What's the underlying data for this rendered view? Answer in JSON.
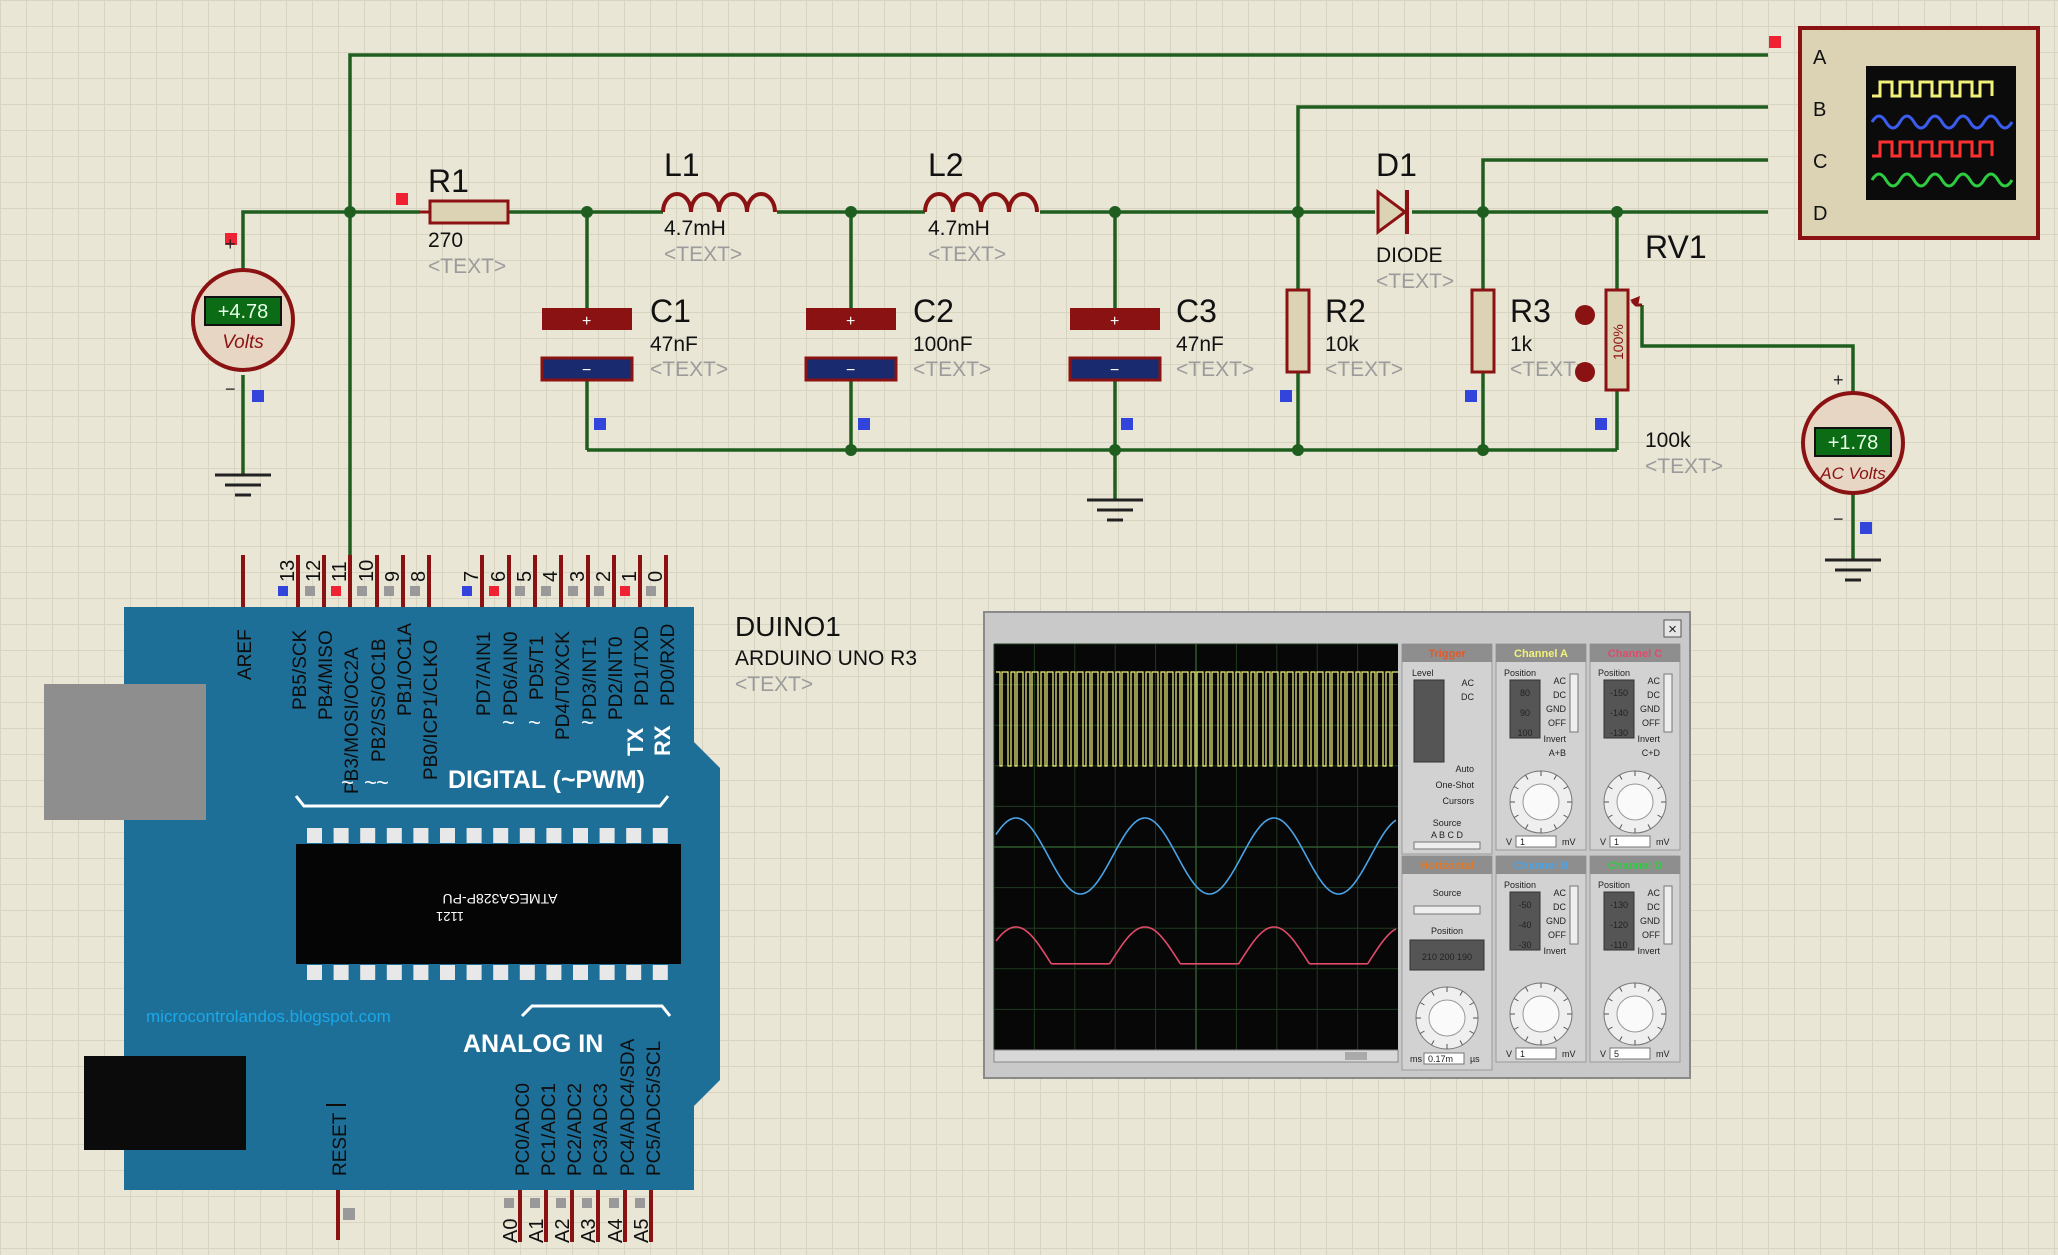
{
  "colors": {
    "wire": "#1f5e1f",
    "component": "#8b1212",
    "arduino_blue": "#1e6f98",
    "channel_a": "#f2f27a",
    "channel_b": "#4aa3e6",
    "channel_c": "#e24a6a",
    "channel_d": "#2ecc40",
    "voltmeter_display": "#0c6b15"
  },
  "components": {
    "r1": {
      "ref": "R1",
      "value": "270",
      "text": "<TEXT>"
    },
    "l1": {
      "ref": "L1",
      "value": "4.7mH",
      "text": "<TEXT>"
    },
    "l2": {
      "ref": "L2",
      "value": "4.7mH",
      "text": "<TEXT>"
    },
    "c1": {
      "ref": "C1",
      "value": "47nF",
      "text": "<TEXT>"
    },
    "c2": {
      "ref": "C2",
      "value": "100nF",
      "text": "<TEXT>"
    },
    "c3": {
      "ref": "C3",
      "value": "47nF",
      "text": "<TEXT>"
    },
    "d1": {
      "ref": "D1",
      "value": "DIODE",
      "text": "<TEXT>"
    },
    "r2": {
      "ref": "R2",
      "value": "10k",
      "text": "<TEXT>"
    },
    "r3": {
      "ref": "R3",
      "value": "1k",
      "text": "<TEXT>"
    },
    "rv1": {
      "ref": "RV1",
      "value": "100k",
      "text": "<TEXT>",
      "wiper": "100%"
    }
  },
  "voltmeters": {
    "dc": {
      "reading": "+4.78",
      "label": "Volts",
      "plus": "+",
      "minus": "−"
    },
    "ac": {
      "reading": "+1.78",
      "label": "AC Volts",
      "plus": "+",
      "minus": "−"
    }
  },
  "scope_symbol": {
    "channels": [
      "A",
      "B",
      "C",
      "D"
    ]
  },
  "arduino": {
    "ref": "DUINO1",
    "model": "ARDUINO UNO R3",
    "text": "<TEXT>",
    "digital_pins": [
      "13",
      "12",
      "11",
      "10",
      "9",
      "8",
      "7",
      "6",
      "5",
      "4",
      "3",
      "2",
      "1",
      "0"
    ],
    "top_pin_names": [
      "AREF",
      "PB5/SCK",
      "PB4/MISO",
      "PB3/MOSI/OC2A",
      "PB2/SS/OC1B",
      "PB1/OC1A",
      "PB0/ICP1/CLKO",
      "PD7/AIN1",
      "PD6/AIN0",
      "PD5/T1",
      "PD4/T0/XCK",
      "PD3/INT1",
      "PD2/INT0",
      "PD1/TXD",
      "PD0/RXD"
    ],
    "pwm_marks": [
      "~",
      "~",
      "~",
      "~",
      "~",
      "~"
    ],
    "tx": "TX",
    "rx": "RX",
    "digital_header": "DIGITAL (~PWM)",
    "chip": "ATMEGA328P-PU",
    "chip_code": "1121",
    "watermark": "microcontrolandos.blogspot.com",
    "analog_header": "ANALOG IN",
    "reset": "RESET",
    "analog_pin_names": [
      "PC0/ADC0",
      "PC1/ADC1",
      "PC2/ADC2",
      "PC3/ADC3",
      "PC4/ADC4/SDA",
      "PC5/ADC5/SCL"
    ],
    "analog_pins": [
      "A0",
      "A1",
      "A2",
      "A3",
      "A4",
      "A5"
    ]
  },
  "oscilloscope": {
    "close": "×",
    "trigger": {
      "title": "Trigger",
      "level": "Level",
      "ac": "AC",
      "dc": "DC",
      "auto": "Auto",
      "one_shot": "One-Shot",
      "cursors": "Cursors",
      "source": "Source",
      "sources": "A B C D"
    },
    "horizontal": {
      "title": "Horizontal",
      "source": "Source",
      "position": "Position",
      "position_ticks": "210 200 190",
      "time_value": "0.17m",
      "unit_ms": "ms",
      "unit_us": "µs"
    },
    "channel_a": {
      "title": "Channel A",
      "position": "Position",
      "ticks": [
        "80",
        "90",
        "100"
      ],
      "modes": [
        "AC",
        "DC",
        "GND",
        "OFF"
      ],
      "invert": "Invert",
      "combine": "A+B",
      "volts": "1",
      "unit_v": "V",
      "unit_mv": "mV"
    },
    "channel_b": {
      "title": "Channel B",
      "position": "Position",
      "ticks": [
        "-50",
        "-40",
        "-30"
      ],
      "modes": [
        "AC",
        "DC",
        "GND",
        "OFF"
      ],
      "invert": "Invert",
      "volts": "1",
      "unit_v": "V",
      "unit_mv": "mV"
    },
    "channel_c": {
      "title": "Channel C",
      "position": "Position",
      "ticks": [
        "-150",
        "-140",
        "-130"
      ],
      "modes": [
        "AC",
        "DC",
        "GND",
        "OFF"
      ],
      "invert": "Invert",
      "combine": "C+D",
      "volts": "1",
      "unit_v": "V",
      "unit_mv": "mV"
    },
    "channel_d": {
      "title": "Channel D",
      "position": "Position",
      "ticks": [
        "-130",
        "-120",
        "-110"
      ],
      "modes": [
        "AC",
        "DC",
        "GND",
        "OFF"
      ],
      "invert": "Invert",
      "volts": "5",
      "unit_v": "V",
      "unit_mv": "mV"
    }
  }
}
